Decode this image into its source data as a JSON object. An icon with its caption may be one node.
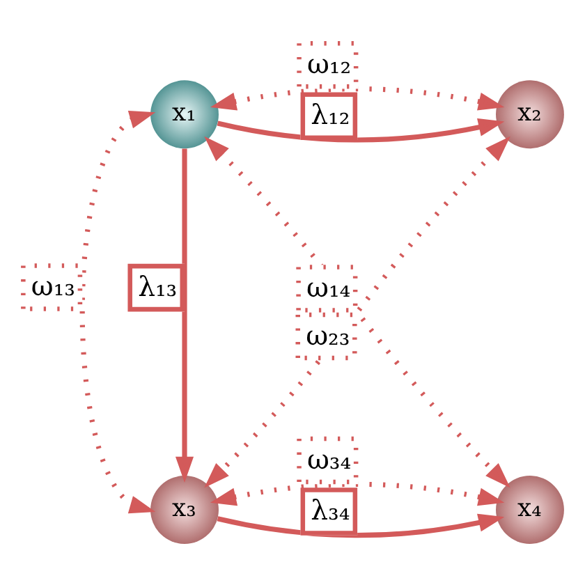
{
  "diagram": {
    "nodes": [
      {
        "text": [
          "x₁"
        ]
      },
      {
        "text": [
          "x₂"
        ]
      },
      {
        "text": [
          "x₃"
        ]
      },
      {
        "text": [
          "x₄"
        ]
      }
    ],
    "edges": [
      {
        "from": 0,
        "to": 1,
        "arrow": "to",
        "label": "λ₁₂"
      },
      {
        "from": 0,
        "to": 1,
        "arrow": "both",
        "style": "dashed",
        "label": "ω₁₂"
      },
      {
        "from": 0,
        "to": 2,
        "arrow": "both",
        "style": "dashed",
        "label": "ω₁₃"
      },
      {
        "from": 0,
        "to": 2,
        "arrow": "to",
        "label": "λ₁₃"
      },
      {
        "from": 1,
        "to": 2,
        "arrow": "both",
        "style": "dashed",
        "label": "ω₂₃"
      },
      {
        "from": 0,
        "to": 3,
        "arrow": "both",
        "style": "dashed",
        "label": "ω₁₄"
      },
      {
        "from": 2,
        "to": 3,
        "arrow": "to",
        "label": "λ₃₄"
      },
      {
        "from": 2,
        "to": 3,
        "arrow": "both",
        "style": "dashed",
        "label": "ω₃₄"
      }
    ]
  }
}
